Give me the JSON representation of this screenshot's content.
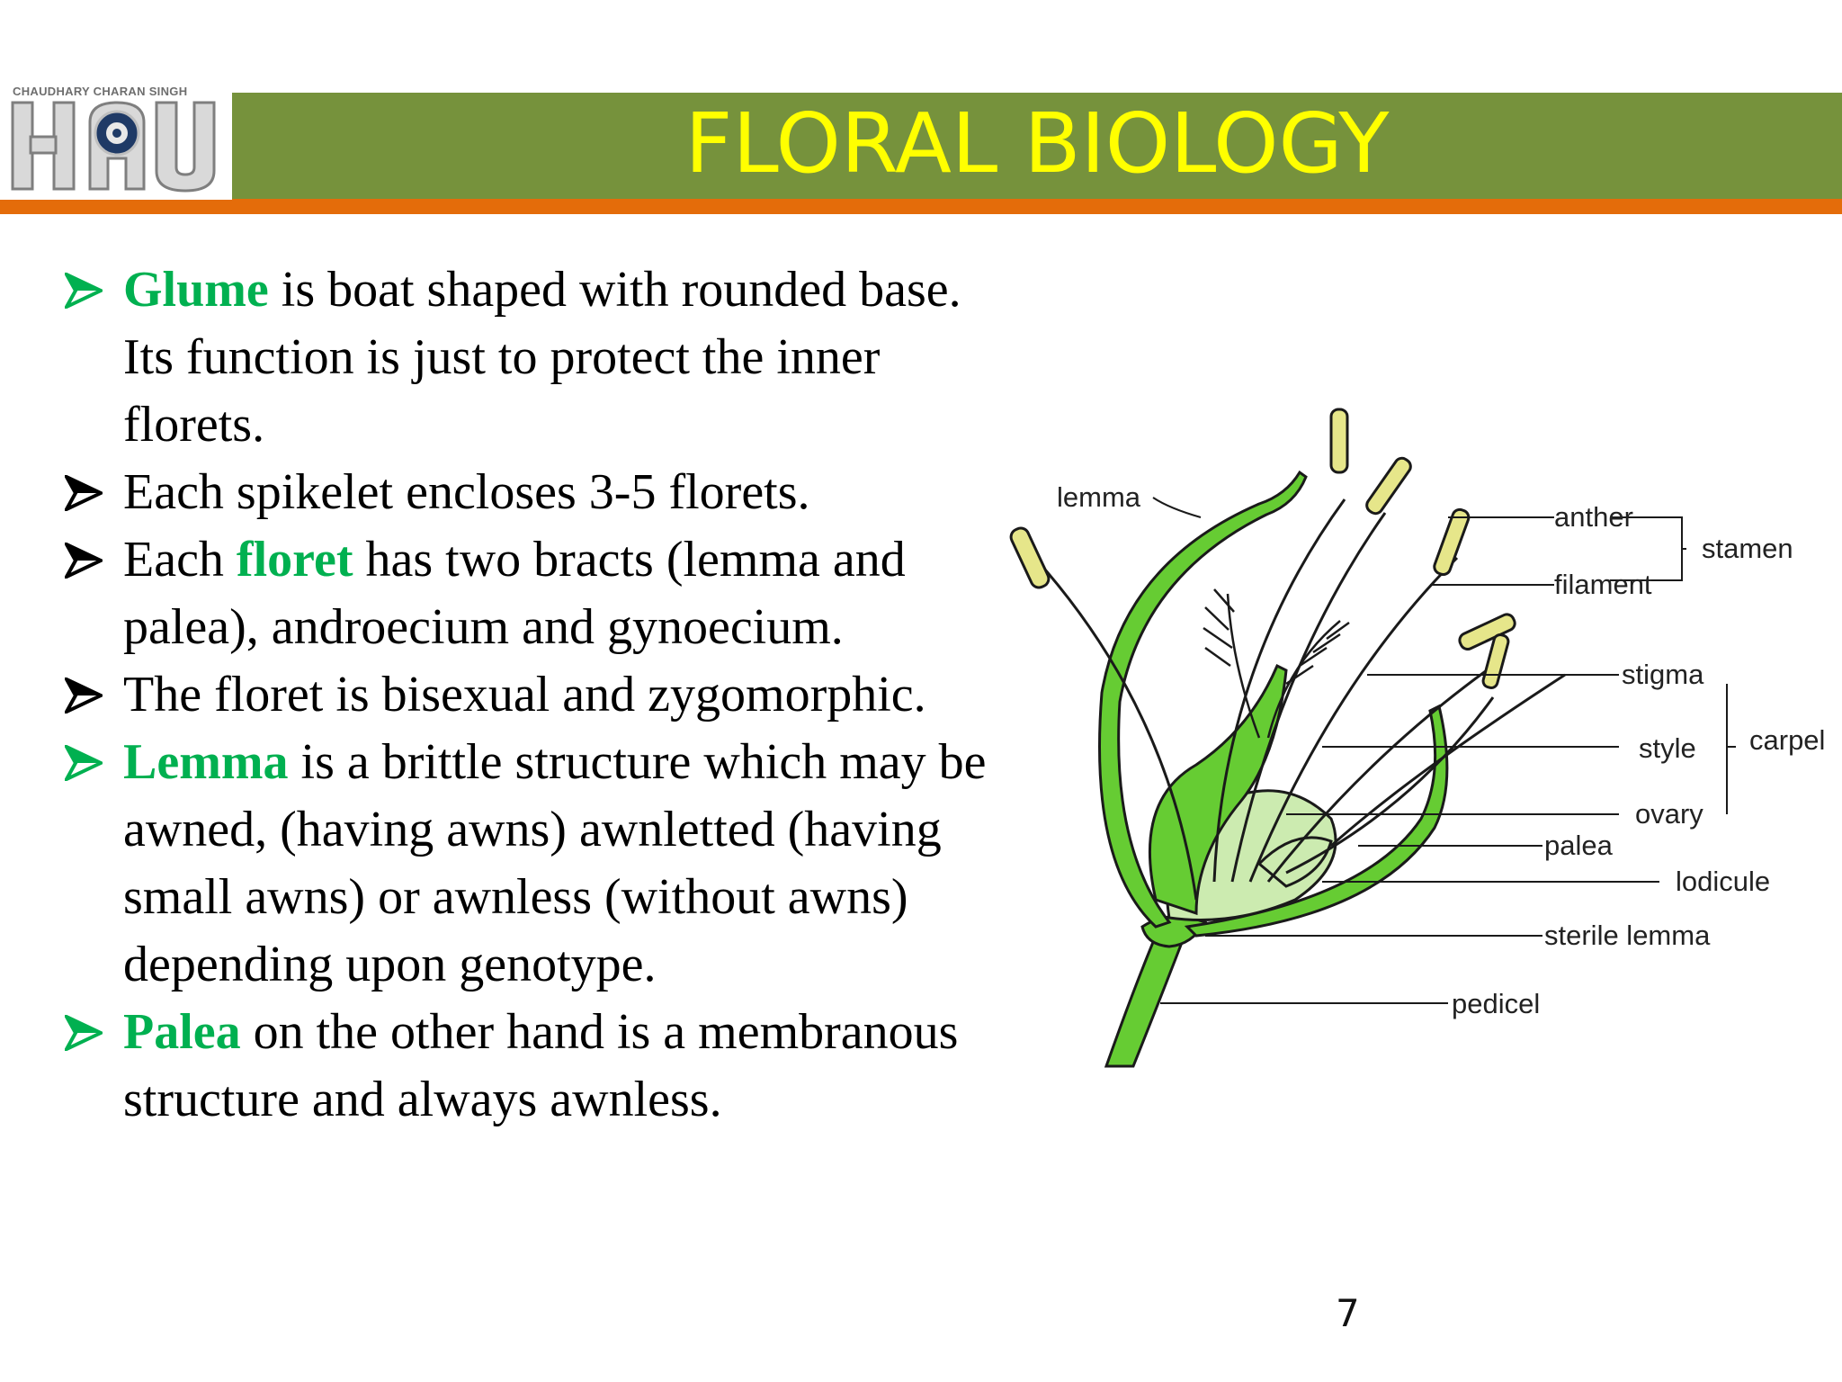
{
  "header": {
    "title": "FLORAL BIOLOGY",
    "logo": {
      "caption": "CHAUDHARY CHARAN SINGH",
      "letters": "HAU"
    }
  },
  "colors": {
    "header_bar": "#76923c",
    "header_line": "#e46c0a",
    "title": "#ffff00",
    "keyword": "#00b050",
    "diagram_green": "#66cc33",
    "diagram_light_green": "#ccebb0",
    "anther_yellow": "#e6e68a"
  },
  "bullets": [
    {
      "keyword": "Glume",
      "text": " is boat shaped with rounded base. Its function is just to protect the inner florets.",
      "arrow_color": "#00b050"
    },
    {
      "keyword": "",
      "text": "Each spikelet encloses 3-5 florets.",
      "arrow_color": "#000000"
    },
    {
      "keyword": "",
      "text_before": "Each ",
      "keyword_inline": "floret",
      "text": " has two bracts (lemma and palea), androecium and gynoecium.",
      "arrow_color": "#000000"
    },
    {
      "keyword": "",
      "text": "The floret is bisexual and zygomorphic.",
      "arrow_color": "#000000"
    },
    {
      "keyword": "Lemma",
      "text": " is a brittle structure which may be awned, (having awns) awnletted (having small awns) or awnless (without awns) depending upon genotype.",
      "arrow_color": "#00b050"
    },
    {
      "keyword": "Palea",
      "text": " on the other hand is a membranous structure and always awnless.",
      "arrow_color": "#00b050"
    }
  ],
  "diagram": {
    "labels": {
      "lemma": "lemma",
      "anther": "anther",
      "filament": "filament",
      "stamen": "stamen",
      "stigma": "stigma",
      "style": "style",
      "ovary": "ovary",
      "carpel": "carpel",
      "palea": "palea",
      "lodicule": "lodicule",
      "sterile_lemma": "sterile lemma",
      "pedicel": "pedicel"
    }
  },
  "page_number": "7"
}
